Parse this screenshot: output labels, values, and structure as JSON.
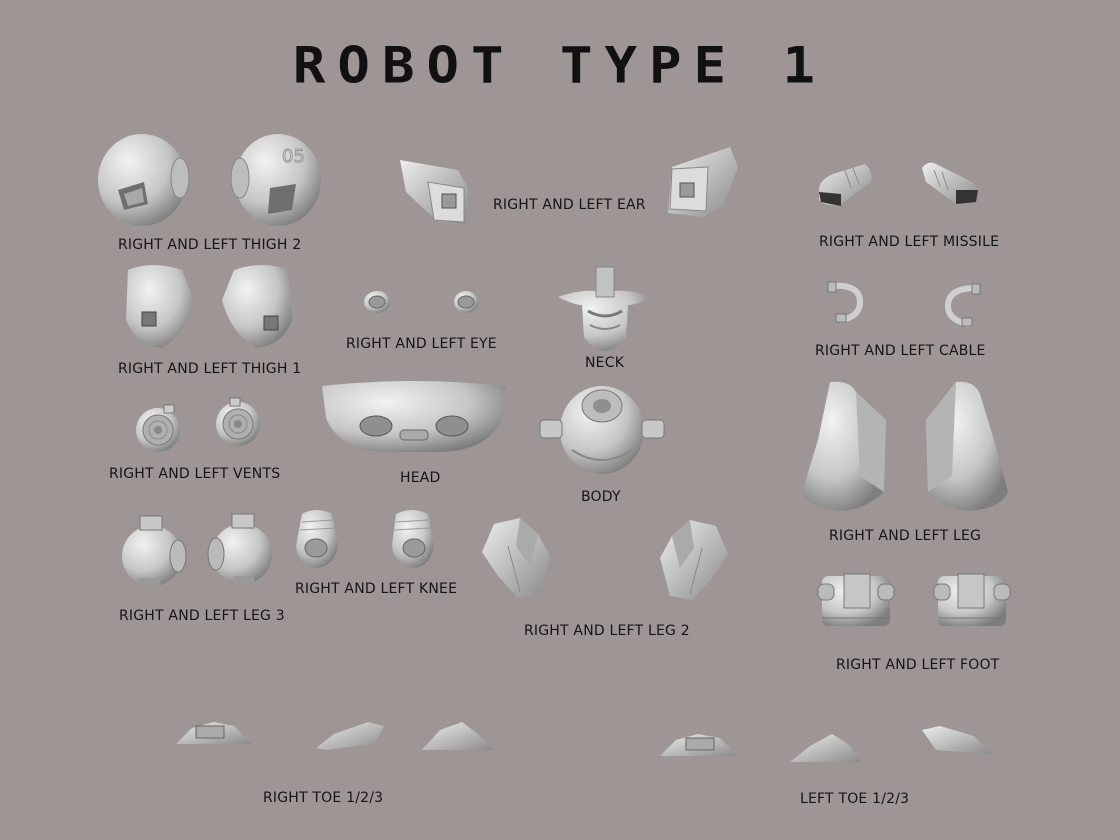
{
  "title": "ROBOT TYPE 1",
  "labels": {
    "thigh2": "RIGHT AND LEFT THIGH 2",
    "ear": "RIGHT AND LEFT EAR",
    "missile": "RIGHT AND LEFT MISSILE",
    "thigh1": "RIGHT AND LEFT THIGH 1",
    "eye": "RIGHT AND LEFT EYE",
    "neck": "NECK",
    "cable": "RIGHT AND LEFT CABLE",
    "vents": "RIGHT AND LEFT VENTS",
    "head": "HEAD",
    "body": "BODY",
    "leg": "RIGHT AND LEFT LEG",
    "leg3": "RIGHT AND LEFT LEG 3",
    "knee": "RIGHT AND LEFT KNEE",
    "leg2": "RIGHT AND LEFT LEG 2",
    "foot": "RIGHT AND LEFT FOOT",
    "rtoe": "RIGHT TOE 1/2/3",
    "ltoe": "LEFT TOE 1/2/3"
  },
  "thigh2_emboss": "05",
  "colors": {
    "background": "#9e9695",
    "part": "#cfcfcf",
    "part_shadow": "#8d8d8d",
    "text": "#151515"
  }
}
